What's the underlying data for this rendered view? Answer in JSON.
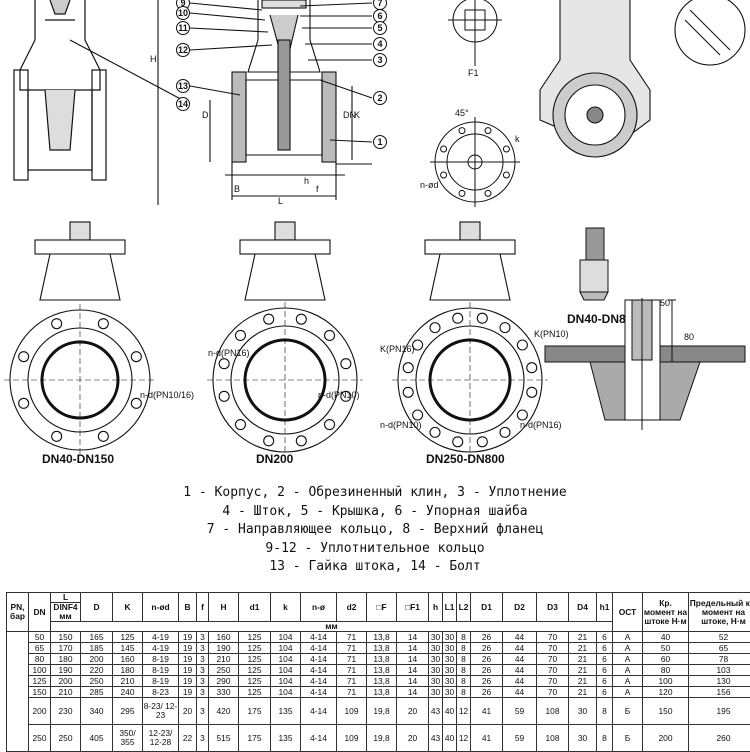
{
  "callouts": {
    "left_numbers": [
      "9",
      "10",
      "11",
      "12",
      "13",
      "14"
    ],
    "right_numbers": [
      "7",
      "6",
      "5",
      "4",
      "3",
      "2",
      "1"
    ],
    "dims": [
      "H",
      "D",
      "K",
      "DN",
      "L",
      "B",
      "h",
      "f"
    ],
    "flange_labels": [
      "n-ød",
      "k",
      "45°",
      "F1"
    ],
    "detail_label": "DN40-DN800",
    "detail_dim_50": "50",
    "detail_dim_80": "80"
  },
  "variants": {
    "v1_name": "DN40-DN150",
    "v1_label": "n-d(PN10/16)",
    "v2_name": "DN200",
    "v2_label_a": "n-d(PN16)",
    "v2_label_b": "n-d(PN10)",
    "v3_name": "DN250-DN800",
    "v3_label_a": "K(PN16)",
    "v3_label_b": "K(PN10)",
    "v3_label_c": "n-d(PN10)",
    "v3_label_d": "n-d(PN16)"
  },
  "legend": [
    "1 - Корпус, 2 - Обрезиненный клин, 3 - Уплотнение",
    "4 - Шток, 5 - Крышка, 6 - Упорная шайба",
    "7 - Направляющее кольцо, 8 - Верхний фланец",
    "9-12 - Уплотнительное кольцо",
    "13 - Гайка штока, 14 - Болт"
  ],
  "table": {
    "h_pn": "PN, бар",
    "h_dn": "DN",
    "h_l": "L",
    "h_dinf4": "DINF4 мм",
    "h_cols": [
      "D",
      "K",
      "n-ød",
      "B",
      "f",
      "H",
      "d1",
      "k",
      "n-ø",
      "d2",
      "□F",
      "□F1",
      "h",
      "L1",
      "L2",
      "D1",
      "D2",
      "D3",
      "D4",
      "h1"
    ],
    "h_mm": "мм",
    "h_ost": "ОСТ",
    "h_moment": "Кр. момент на штоке Н·м",
    "h_limit": "Предельный кр. момент на штоке, Н·м",
    "rows": [
      [
        "50",
        "150",
        "165",
        "125",
        "4-19",
        "19",
        "3",
        "160",
        "125",
        "104",
        "4-14",
        "71",
        "13,8",
        "14",
        "30",
        "30",
        "8",
        "26",
        "44",
        "70",
        "21",
        "6",
        "A",
        "40",
        "52"
      ],
      [
        "65",
        "170",
        "185",
        "145",
        "4-19",
        "19",
        "3",
        "190",
        "125",
        "104",
        "4-14",
        "71",
        "13,8",
        "14",
        "30",
        "30",
        "8",
        "26",
        "44",
        "70",
        "21",
        "6",
        "A",
        "50",
        "65"
      ],
      [
        "80",
        "180",
        "200",
        "160",
        "8-19",
        "19",
        "3",
        "210",
        "125",
        "104",
        "4-14",
        "71",
        "13,8",
        "14",
        "30",
        "30",
        "8",
        "26",
        "44",
        "70",
        "21",
        "6",
        "A",
        "60",
        "78"
      ],
      [
        "100",
        "190",
        "220",
        "180",
        "8-19",
        "19",
        "3",
        "250",
        "125",
        "104",
        "4-14",
        "71",
        "13,8",
        "14",
        "30",
        "30",
        "8",
        "26",
        "44",
        "70",
        "21",
        "6",
        "A",
        "80",
        "103"
      ],
      [
        "125",
        "200",
        "250",
        "210",
        "8-19",
        "19",
        "3",
        "290",
        "125",
        "104",
        "4-14",
        "71",
        "13,8",
        "14",
        "30",
        "30",
        "8",
        "26",
        "44",
        "70",
        "21",
        "6",
        "A",
        "100",
        "130"
      ],
      [
        "150",
        "210",
        "285",
        "240",
        "8-23",
        "19",
        "3",
        "330",
        "125",
        "104",
        "4-14",
        "71",
        "13,8",
        "14",
        "30",
        "30",
        "8",
        "26",
        "44",
        "70",
        "21",
        "6",
        "A",
        "120",
        "156"
      ],
      [
        "200",
        "230",
        "340",
        "295",
        "8-23/ 12-23",
        "20",
        "3",
        "420",
        "175",
        "135",
        "4-14",
        "109",
        "19,8",
        "20",
        "43",
        "40",
        "12",
        "41",
        "59",
        "108",
        "30",
        "8",
        "Б",
        "150",
        "195"
      ],
      [
        "250",
        "250",
        "405",
        "350/ 355",
        "12-23/ 12-28",
        "22",
        "3",
        "515",
        "175",
        "135",
        "4-14",
        "109",
        "19,8",
        "20",
        "43",
        "40",
        "12",
        "41",
        "59",
        "108",
        "30",
        "8",
        "Б",
        "200",
        "260"
      ]
    ]
  }
}
